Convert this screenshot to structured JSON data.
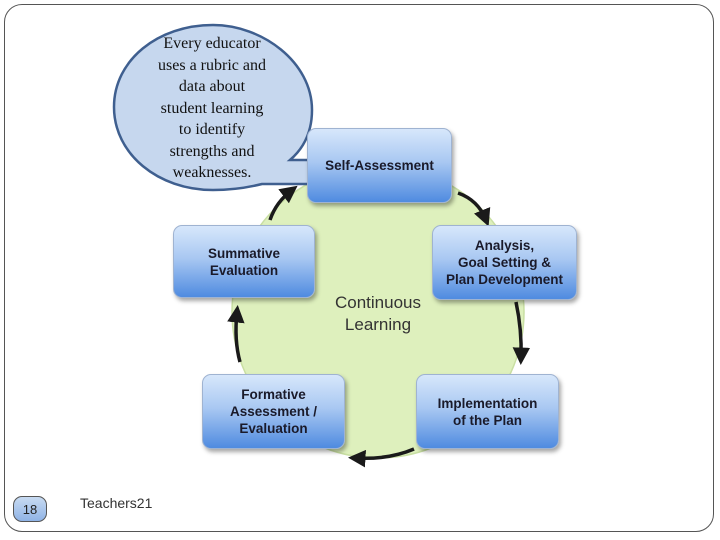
{
  "callout": {
    "text": "Every educator\nuses a rubric and\ndata about\nstudent learning\nto identify\nstrengths and\nweaknesses."
  },
  "cycle": {
    "center_label": "Continuous\nLearning",
    "stages": {
      "self_assessment": "Self-Assessment",
      "analysis": "Analysis,\nGoal Setting &\nPlan Development",
      "implementation": "Implementation\nof the Plan",
      "formative": "Formative\nAssessment /\nEvaluation",
      "summative": "Summative\nEvaluation"
    }
  },
  "footer": {
    "slide_number": "18",
    "text": "Teachers21"
  },
  "colors": {
    "circle_fill": "#def0bd",
    "box_gradient_top": "#d7e7fb",
    "box_gradient_bottom": "#4f8be0",
    "callout_fill": "#c6d7ee",
    "arrow": "#1a1a1a"
  }
}
